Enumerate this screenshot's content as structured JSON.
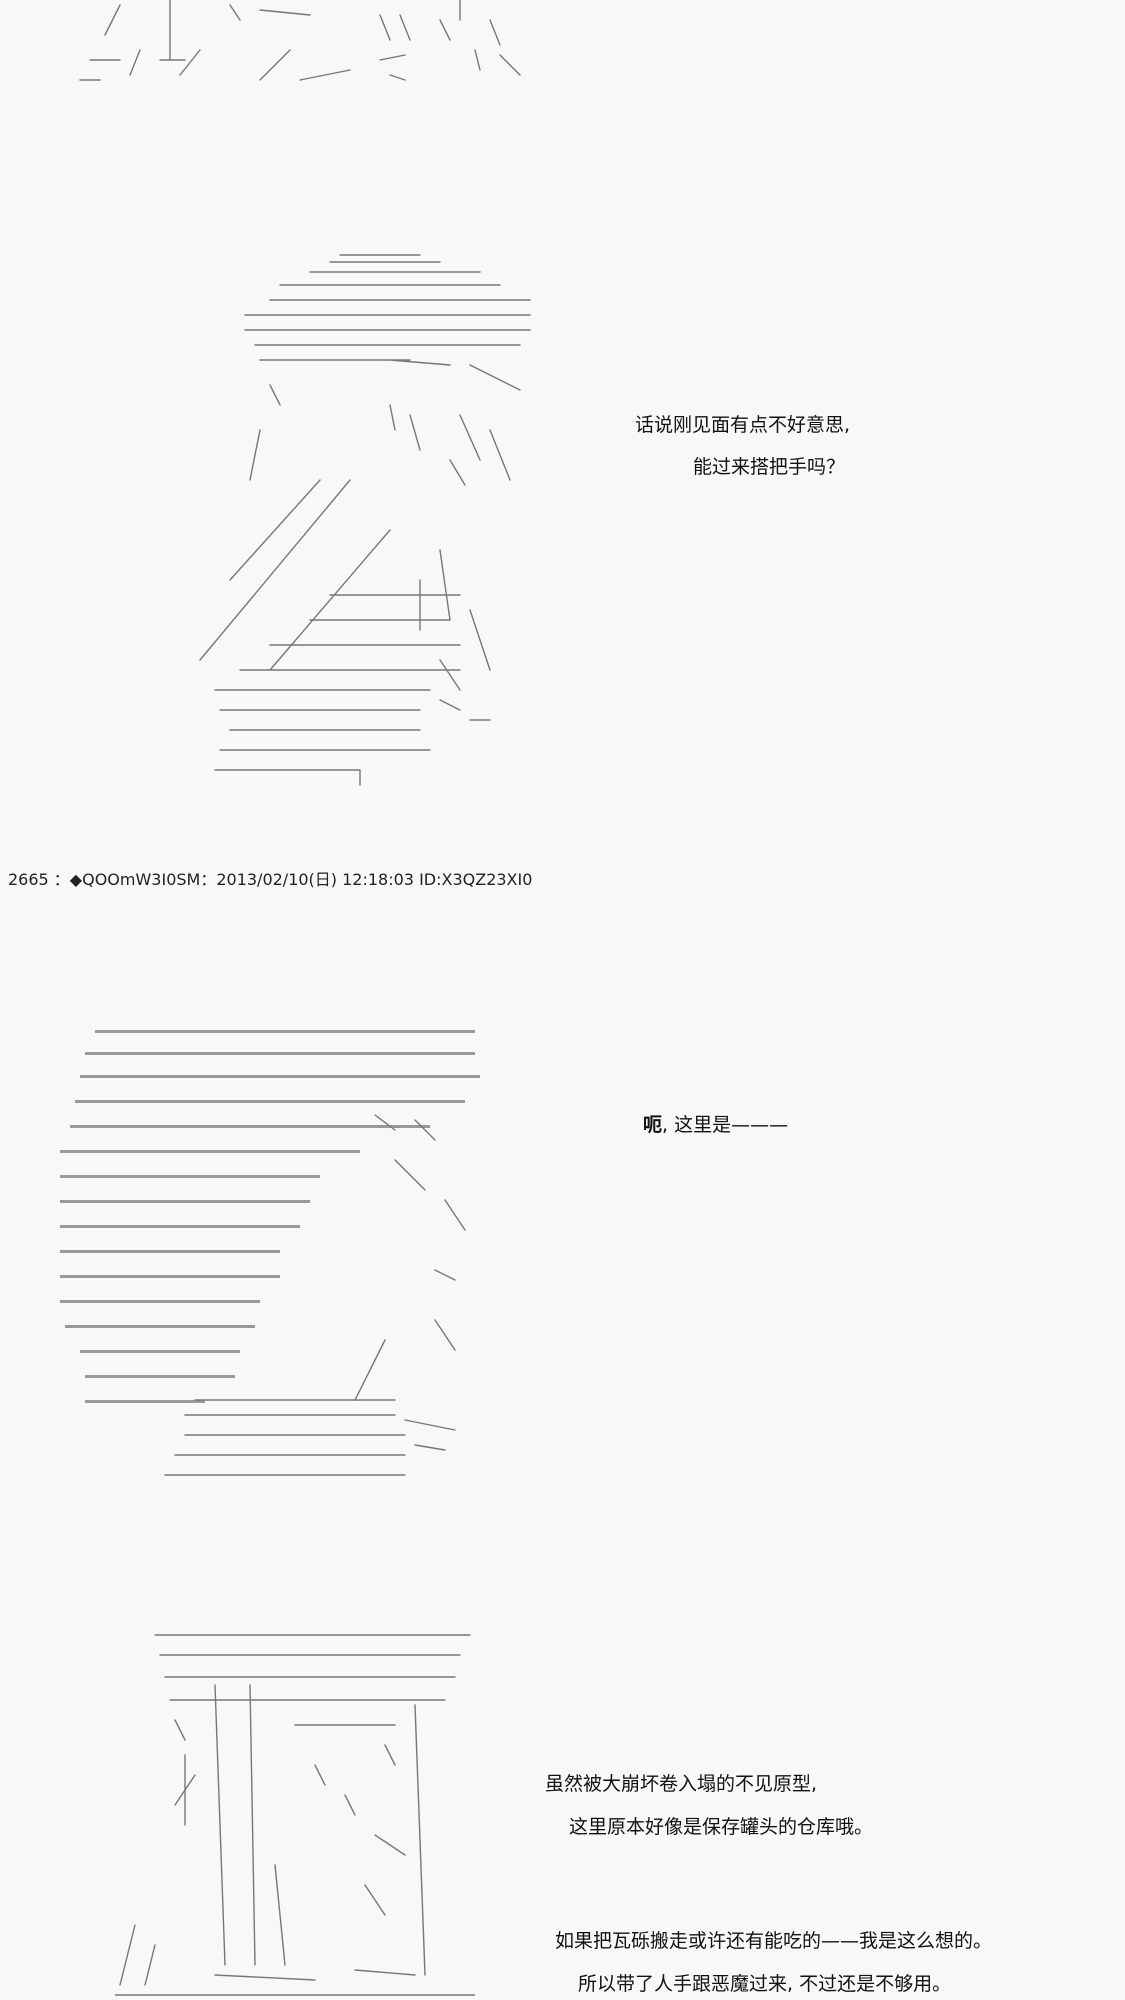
{
  "post": {
    "header": "2665 ：◆QOOmW3I0SM：2013/02/10(日) 12:18:03 ID:X3QZ23XI0"
  },
  "dialog_1": {
    "line_1": "话说刚见面有点不好意思,",
    "line_2": "能过来搭把手吗？"
  },
  "dialog_2": {
    "bold": "呃",
    "rest": ", 这里是———"
  },
  "dialog_3": {
    "line_1": "虽然被大崩坏卷入塌的不见原型,",
    "line_2": "这里原本好像是保存罐头的仓库哦。",
    "line_3": "如果把瓦砾搬走或许还有能吃的——我是这么想的。",
    "line_4": "所以带了人手跟恶魔过来, 不过还是不够用。"
  },
  "colors": {
    "background": "#f8f8f8",
    "text": "#111111",
    "art_stroke": "#777777"
  }
}
